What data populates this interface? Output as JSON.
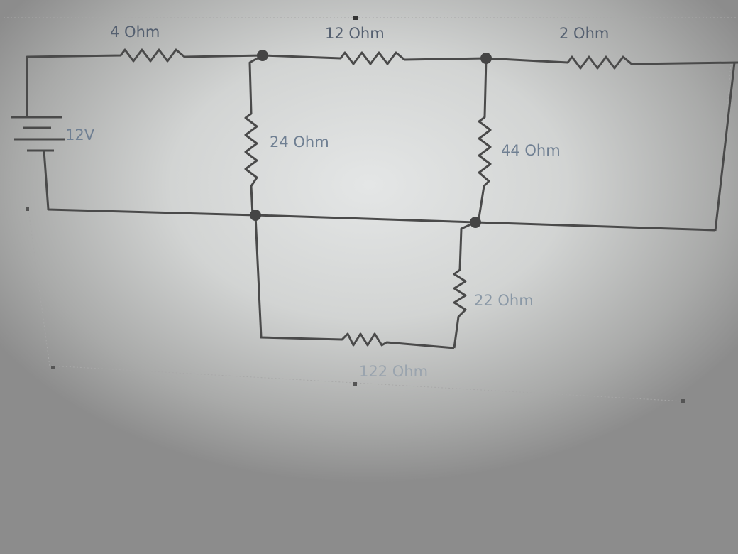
{
  "circuit": {
    "source": {
      "label": "12V"
    },
    "resistors": {
      "r_top_left": {
        "label": "4 Ohm"
      },
      "r_top_mid": {
        "label": "12 Ohm"
      },
      "r_top_right": {
        "label": "2 Ohm"
      },
      "r_vert_left": {
        "label": "24 Ohm"
      },
      "r_vert_right": {
        "label": "44 Ohm"
      },
      "r_lower_vert": {
        "label": "22 Ohm"
      },
      "r_lower_horiz": {
        "label": "122 Ohm"
      }
    }
  }
}
